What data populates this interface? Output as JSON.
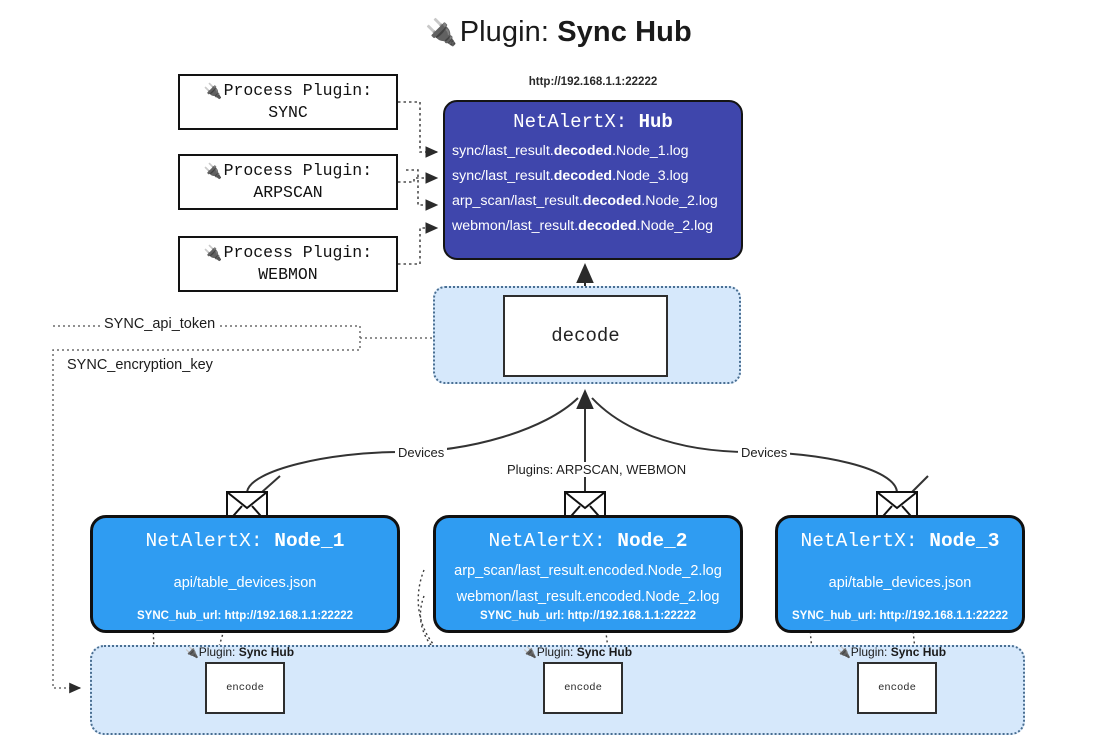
{
  "title": {
    "icon": "plug-icon",
    "prefix": "Plugin:",
    "name": "Sync Hub"
  },
  "process_plugins": [
    {
      "line1": "Process Plugin:",
      "line2": "SYNC",
      "icon": "plug-icon"
    },
    {
      "line1": "Process Plugin:",
      "line2": "ARPSCAN",
      "icon": "plug-icon"
    },
    {
      "line1": "Process Plugin:",
      "line2": "WEBMON",
      "icon": "plug-icon"
    }
  ],
  "hub": {
    "url": "http://192.168.1.1:22222",
    "title_prefix": "NetAlertX:",
    "title_name": "Hub",
    "logs": [
      {
        "pre": "sync/last_result.",
        "bold": "decoded",
        "post": ".Node_1.log"
      },
      {
        "pre": "sync/last_result.",
        "bold": "decoded",
        "post": ".Node_3.log"
      },
      {
        "pre": "arp_scan/last_result.",
        "bold": "decoded",
        "post": ".Node_2.log"
      },
      {
        "pre": "webmon/last_result.",
        "bold": "decoded",
        "post": ".Node_2.log"
      }
    ]
  },
  "decode": {
    "label": "decode"
  },
  "tokens": {
    "api_token": "SYNC_api_token",
    "encryption_key": "SYNC_encryption_key"
  },
  "edge_labels": {
    "devices_left": "Devices",
    "plugins_center": "Plugins: ARPSCAN, WEBMON",
    "devices_right": "Devices"
  },
  "nodes": [
    {
      "title_prefix": "NetAlertX:",
      "title_name": "Node_1",
      "lines": [
        "api/table_devices.json"
      ],
      "footer": "SYNC_hub_url: http://192.168.1.1:22222",
      "mail_icon": "envelope-icon"
    },
    {
      "title_prefix": "NetAlertX:",
      "title_name": "Node_2",
      "lines": [
        "arp_scan/last_result.encoded.Node_2.log",
        "webmon/last_result.encoded.Node_2.log"
      ],
      "footer": "SYNC_hub_url: http://192.168.1.1:22222",
      "mail_icon": "envelope-icon"
    },
    {
      "title_prefix": "NetAlertX:",
      "title_name": "Node_3",
      "lines": [
        "api/table_devices.json"
      ],
      "footer": "SYNC_hub_url: http://192.168.1.1:22222",
      "mail_icon": "envelope-icon"
    }
  ],
  "encoders": [
    {
      "plugin_prefix": "Plugin:",
      "plugin_name": "Sync Hub",
      "label": "encode",
      "icon": "plug-icon"
    },
    {
      "plugin_prefix": "Plugin:",
      "plugin_name": "Sync Hub",
      "label": "encode",
      "icon": "plug-icon"
    },
    {
      "plugin_prefix": "Plugin:",
      "plugin_name": "Sync Hub",
      "label": "encode",
      "icon": "plug-icon"
    }
  ],
  "colors": {
    "hub_fill": "#3f46ac",
    "node_fill": "#2f9cf2",
    "container_fill": "#d6e8fb",
    "stroke": "#121212"
  }
}
